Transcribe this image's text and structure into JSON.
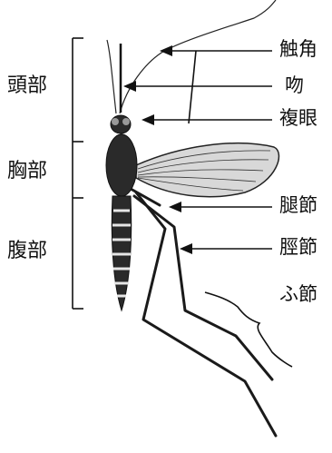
{
  "figure": {
    "subject": "mosquito-illustration",
    "line_color": "#111111",
    "body_color": "#2a2a2a"
  },
  "left_labels": {
    "head": "頭部",
    "thorax": "胸部",
    "abdomen": "腹部"
  },
  "right_labels": {
    "antenna": "触角",
    "proboscis": "吻",
    "compound_eye": "複眼",
    "femur": "腿節",
    "tibia": "脛節",
    "tarsus": "ふ節"
  }
}
